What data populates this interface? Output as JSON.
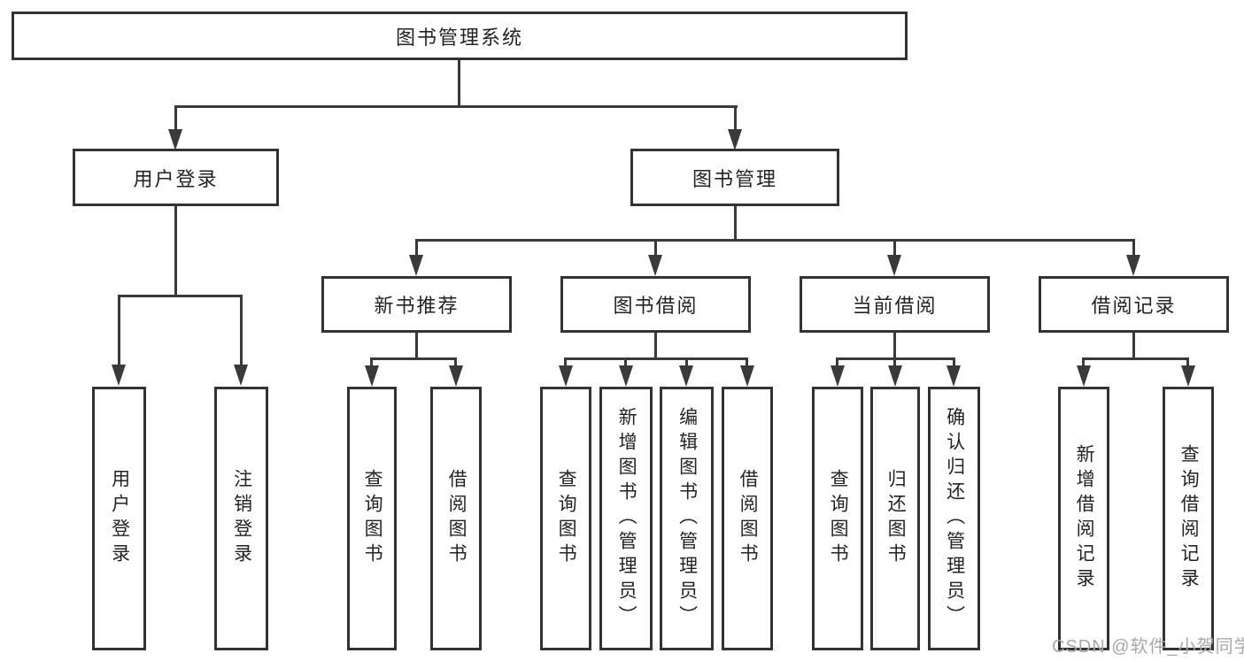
{
  "diagram_title": "图书管理系统",
  "colors": {
    "background": "#ffffff",
    "line": "#3a3a3a",
    "box_border": "#333333",
    "text": "#232323",
    "watermark": "#a8a8a8"
  },
  "nodes": {
    "root": "图书管理系统",
    "user_login": "用户登录",
    "book_mgmt": "图书管理",
    "new_book": "新书推荐",
    "borrow": "图书借阅",
    "current": "当前借阅",
    "record": "借阅记录",
    "leaf_login": "用户登录",
    "leaf_logout": "注销登录",
    "leaf_nb_query": "查询图书",
    "leaf_nb_borrow": "借阅图书",
    "leaf_bw_query": "查询图书",
    "leaf_bw_add": "新增图书（管理员）",
    "leaf_bw_edit": "编辑图书（管理员）",
    "leaf_bw_borrow": "借阅图书",
    "leaf_cur_query": "查询图书",
    "leaf_cur_return": "归还图书",
    "leaf_cur_confirm": "确认归还（管理员）",
    "leaf_rec_add": "新增借阅记录",
    "leaf_rec_query": "查询借阅记录"
  },
  "structure": {
    "图书管理系统": [
      "用户登录",
      "图书管理"
    ],
    "用户登录": [
      "用户登录",
      "注销登录"
    ],
    "图书管理": [
      "新书推荐",
      "图书借阅",
      "当前借阅",
      "借阅记录"
    ],
    "新书推荐": [
      "查询图书",
      "借阅图书"
    ],
    "图书借阅": [
      "查询图书",
      "新增图书（管理员）",
      "编辑图书（管理员）",
      "借阅图书"
    ],
    "当前借阅": [
      "查询图书",
      "归还图书",
      "确认归还（管理员）"
    ],
    "借阅记录": [
      "新增借阅记录",
      "查询借阅记录"
    ]
  },
  "watermark": "CSDN @软件_小贺同学"
}
